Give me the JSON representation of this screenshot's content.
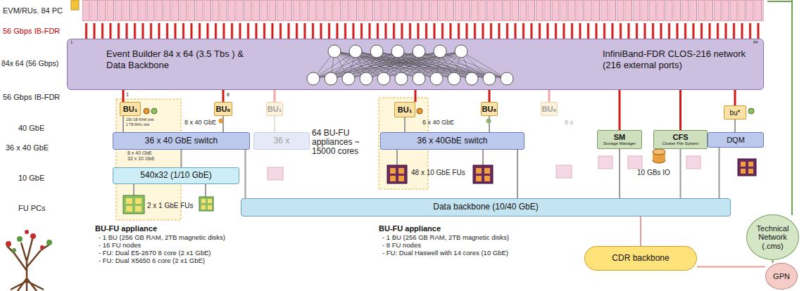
{
  "diagram": {
    "nodes": [
      {
        "text": [
          "Event Builder 84 x 64 (3.5 Tbs ) & Data Backbone",
          "InfiniBand-FDR CLOS-216 network (216 external ports)"
        ]
      },
      {
        "text": [
          "BU₁"
        ]
      },
      {
        "text": [
          "BU₈"
        ]
      },
      {
        "text": [
          "BU₁"
        ]
      },
      {
        "text": [
          "36 x 40 GbE switch"
        ]
      },
      {
        "text": [
          "36 x"
        ]
      },
      {
        "text": [
          "540x32 (1/10 GbE)"
        ]
      },
      {
        "text": [
          "BU₁"
        ]
      },
      {
        "text": [
          "BU₈"
        ]
      },
      {
        "text": [
          "BU₈"
        ]
      },
      {
        "text": [
          "36 x 40GbE switch"
        ]
      },
      {
        "text": [
          "SM",
          "Storage Manager"
        ]
      },
      {
        "text": [
          "CFS",
          "Cluster File System"
        ]
      },
      {
        "text": [
          "bu*"
        ]
      },
      {
        "text": [
          "DQM"
        ]
      },
      {
        "text": [
          "Data backbone (10/40 GbE)"
        ]
      },
      {
        "text": [
          "CDR backbone"
        ]
      },
      {
        "text": [
          "Technical Network (.cms)"
        ]
      },
      {
        "text": [
          "GPN"
        ]
      }
    ],
    "edges": [
      {
        "from": 0,
        "to": 1,
        "arrow": "none"
      },
      {
        "from": 0,
        "to": 2,
        "arrow": "none"
      },
      {
        "from": 0,
        "to": 3,
        "arrow": "none"
      },
      {
        "from": 0,
        "to": 7,
        "arrow": "none"
      },
      {
        "from": 0,
        "to": 8,
        "arrow": "none"
      },
      {
        "from": 0,
        "to": 9,
        "arrow": "none"
      },
      {
        "from": 0,
        "to": 11,
        "arrow": "none"
      },
      {
        "from": 0,
        "to": 12,
        "arrow": "none"
      },
      {
        "from": 0,
        "to": 13,
        "arrow": "none"
      },
      {
        "from": 1,
        "to": 4,
        "arrow": "none"
      },
      {
        "from": 2,
        "to": 4,
        "arrow": "none"
      },
      {
        "from": 7,
        "to": 10,
        "arrow": "none"
      },
      {
        "from": 8,
        "to": 10,
        "arrow": "none"
      },
      {
        "from": 13,
        "to": 14,
        "arrow": "none"
      },
      {
        "from": 4,
        "to": 6,
        "arrow": "none"
      },
      {
        "from": 4,
        "to": 15,
        "arrow": "none"
      },
      {
        "from": 10,
        "to": 15,
        "arrow": "none"
      },
      {
        "from": 11,
        "to": 15,
        "arrow": "none"
      },
      {
        "from": 12,
        "to": 15,
        "arrow": "none"
      },
      {
        "from": 14,
        "to": 15,
        "arrow": "none"
      },
      {
        "from": 15,
        "to": 16,
        "arrow": "none"
      },
      {
        "from": 16,
        "to": 18,
        "arrow": "none"
      },
      {
        "from": 17,
        "to": 18,
        "arrow": "none"
      },
      {
        "from": 3,
        "to": 5,
        "arrow": "none"
      }
    ],
    "labels": [
      "EVM/RUs. 84 PC",
      "56 Gbps IB-FDR",
      "84x 64 (56 Gbps)",
      "56 Gbps IB-FDR",
      "40 GbE",
      "36 x 40 GbE",
      "10 GbE",
      "FU PCs",
      "1",
      "84",
      "1",
      "8",
      "256 GB RAM disk",
      "2 TB MAG disk",
      "8 x 40 GbE",
      "8 x 40 GbE",
      "32 x 10 GbE",
      "2 x 1 GbE FUs",
      "64 BU-FU appliances ~ 15000 cores",
      "6 x 40 GbE",
      "8 x",
      "48 x 10 GbE FUs",
      "10 GBs IO",
      "BU-FU appliance",
      "- 1 BU (256 GB RAM, 2TB magnetic disks)",
      "- 16 FU nodes",
      "- FU: Dual E5-2670 8 core (2 x1 GbE)",
      "- FU: Dual X5650 6 core (2 x1 GbE)",
      "BU-FU appliance",
      "- 1 BU (256 GB RAM, 2TB magnetic disks)",
      "- 8 FU nodes",
      "- FU: Dual Haswell with 14 cores (10 GbE)"
    ]
  }
}
